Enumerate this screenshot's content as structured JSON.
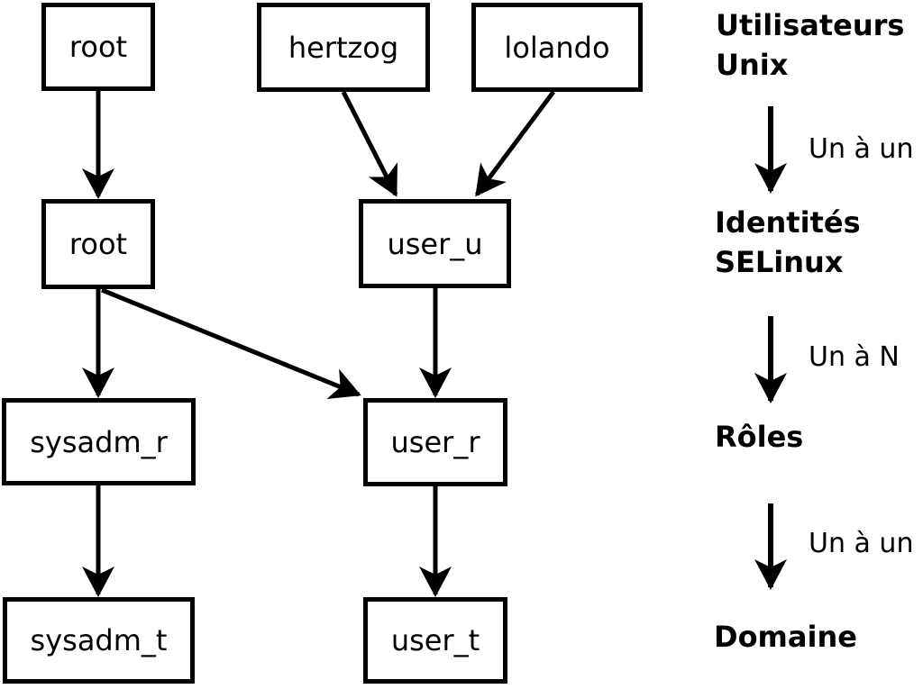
{
  "colors": {
    "ink": "#000000",
    "paper": "#ffffff"
  },
  "nodes": {
    "unix_root": {
      "label": "root"
    },
    "unix_hertzog": {
      "label": "hertzog"
    },
    "unix_lolando": {
      "label": "lolando"
    },
    "identity_root": {
      "label": "root"
    },
    "identity_user_u": {
      "label": "user_u"
    },
    "role_sysadm_r": {
      "label": "sysadm_r"
    },
    "role_user_r": {
      "label": "user_r"
    },
    "domain_sysadm_t": {
      "label": "sysadm_t"
    },
    "domain_user_t": {
      "label": "user_t"
    }
  },
  "legend": {
    "levels": [
      {
        "lines": [
          "Utilisateurs",
          "Unix"
        ]
      },
      {
        "lines": [
          "Identités",
          "SELinux"
        ]
      },
      {
        "lines": [
          "Rôles"
        ]
      },
      {
        "lines": [
          "Domaine"
        ]
      }
    ],
    "mappings": [
      "Un à un",
      "Un à N",
      "Un à un"
    ]
  }
}
